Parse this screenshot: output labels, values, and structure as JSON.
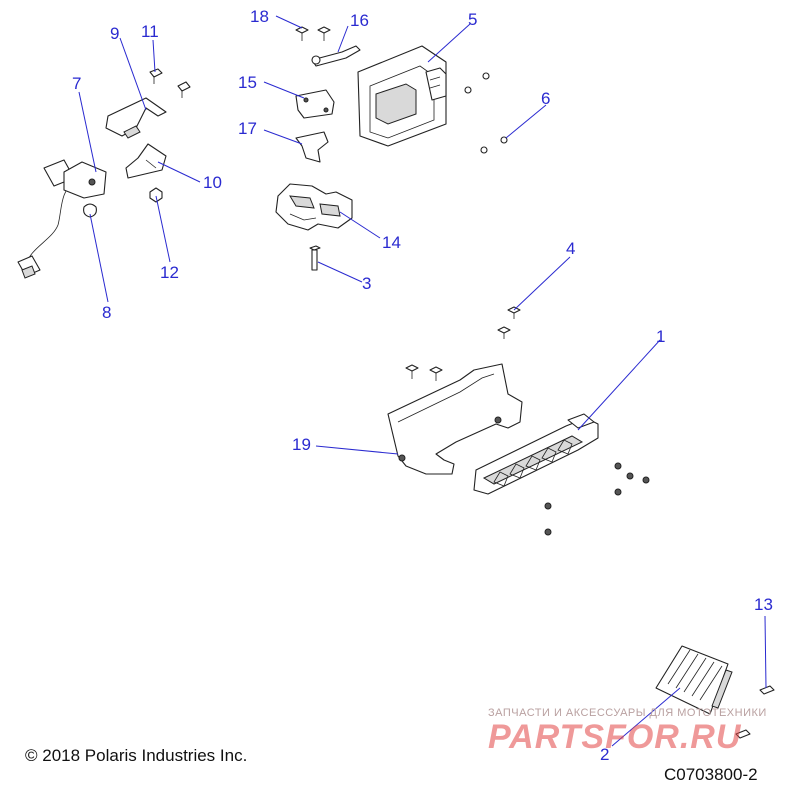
{
  "callouts": [
    {
      "id": "1",
      "label": "1"
    },
    {
      "id": "2",
      "label": "2"
    },
    {
      "id": "3",
      "label": "3"
    },
    {
      "id": "4",
      "label": "4"
    },
    {
      "id": "5",
      "label": "5"
    },
    {
      "id": "6",
      "label": "6"
    },
    {
      "id": "7",
      "label": "7"
    },
    {
      "id": "8",
      "label": "8"
    },
    {
      "id": "9",
      "label": "9"
    },
    {
      "id": "10",
      "label": "10"
    },
    {
      "id": "11",
      "label": "11"
    },
    {
      "id": "12",
      "label": "12"
    },
    {
      "id": "13",
      "label": "13"
    },
    {
      "id": "14",
      "label": "14"
    },
    {
      "id": "15",
      "label": "15"
    },
    {
      "id": "16",
      "label": "16"
    },
    {
      "id": "17",
      "label": "17"
    },
    {
      "id": "18",
      "label": "18"
    },
    {
      "id": "19",
      "label": "19"
    }
  ],
  "footer": {
    "copyright": "© 2018 Polaris Industries Inc.",
    "doc_id": "C0703800-2"
  },
  "watermark": {
    "tagline": "ЗАПЧАСТИ И АКСЕССУАРЫ ДЛЯ МОТОТЕХНИКИ",
    "brand": "PARTSFOR.RU"
  },
  "colors": {
    "callout": "#2a2ad0",
    "line": "#222222",
    "watermark": "#e14646"
  }
}
